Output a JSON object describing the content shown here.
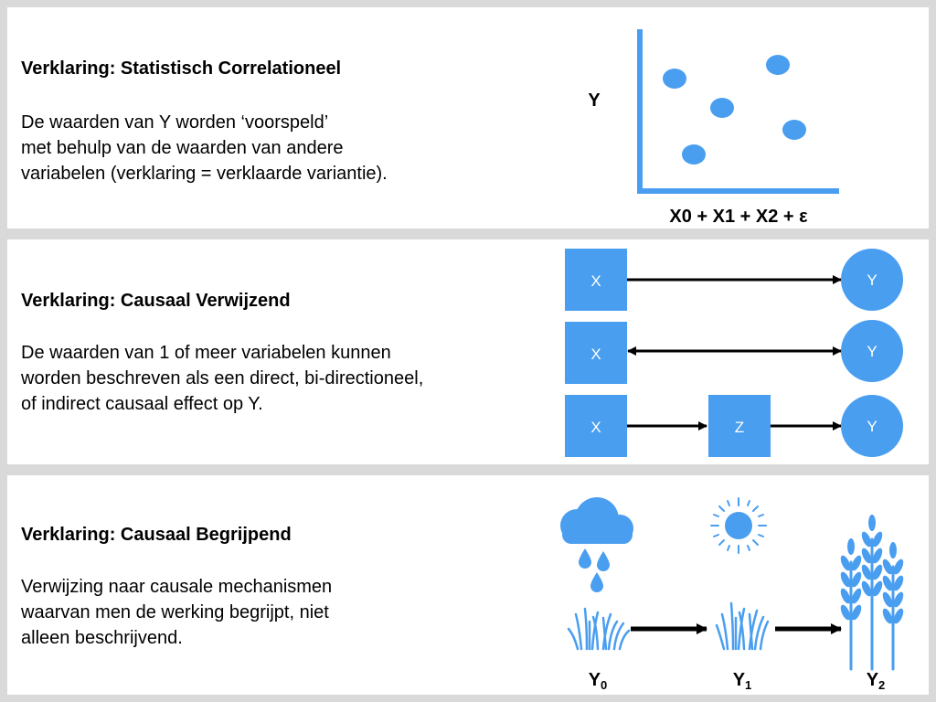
{
  "colors": {
    "blue": "#4a9ef0",
    "text": "#000000",
    "panel_bg": "#ffffff",
    "page_bg": "#d9d9d9"
  },
  "panel1": {
    "title": "Verklaring: Statistisch Correlationeel",
    "body": [
      "De waarden van Y worden ‘voorspeld’",
      "met behulp van de waarden van andere",
      "variabelen (verklaring = verklaarde variantie)."
    ],
    "y_axis_label": "Y",
    "x_axis_label": "X0 + X1 + X2 + ε"
  },
  "panel2": {
    "title": "Verklaring: Causaal Verwijzend",
    "body": [
      "De waarden van 1 of meer variabelen kunnen",
      "worden beschreven als een direct, bi-directioneel,",
      "of indirect causaal effect op Y."
    ],
    "diagrams": {
      "direct": {
        "from": "X",
        "to": "Y"
      },
      "bidirectional": {
        "from": "X",
        "to": "Y"
      },
      "indirect": {
        "from": "X",
        "via": "Z",
        "to": "Y"
      }
    }
  },
  "panel3": {
    "title": "Verklaring: Causaal Begrijpend",
    "body": [
      "Verwijzing naar causale mechanismen",
      "waarvan men de werking begrijpt, niet",
      "alleen beschrijvend."
    ],
    "stages": [
      {
        "label": "Y",
        "sub": "0",
        "icon": "rain-cloud-grass-icon"
      },
      {
        "label": "Y",
        "sub": "1",
        "icon": "sun-grass-icon"
      },
      {
        "label": "Y",
        "sub": "2",
        "icon": "wheat-icon"
      }
    ]
  }
}
